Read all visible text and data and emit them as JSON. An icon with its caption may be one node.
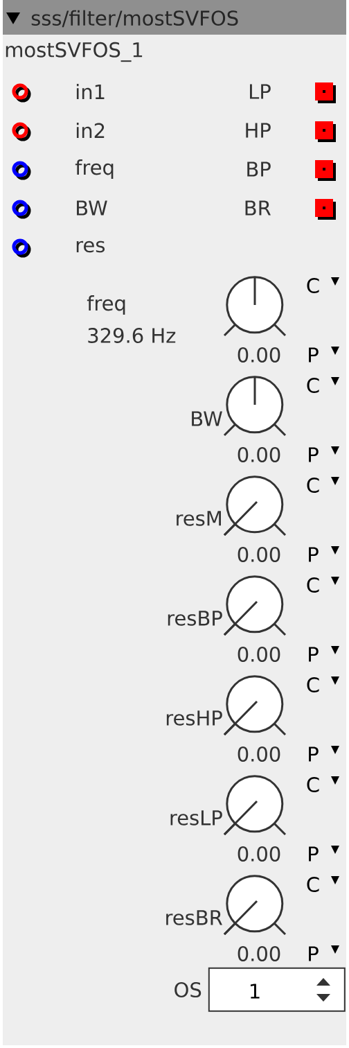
{
  "diagram": {
    "title": "sss/filter/mostSVFOS",
    "nodes": [
      {
        "text": [
          "mostSVFOS_1"
        ]
      },
      {
        "text": [],
        "shape": "circle",
        "in": 0,
        "beside": [
          "freq",
          "329.6 Hz",
          "0.00"
        ]
      },
      {
        "text": [],
        "shape": "circle",
        "in": 0,
        "beside": [
          "BW",
          "0.00"
        ]
      },
      {
        "text": [],
        "shape": "circle",
        "in": 0,
        "beside": [
          "resM",
          "0.00"
        ]
      },
      {
        "text": [],
        "shape": "circle",
        "in": 0,
        "beside": [
          "resBP",
          "0.00"
        ]
      },
      {
        "text": [],
        "shape": "circle",
        "in": 0,
        "beside": [
          "resHP",
          "0.00"
        ]
      },
      {
        "text": [],
        "shape": "circle",
        "in": 0,
        "beside": [
          "resLP",
          "0.00"
        ]
      },
      {
        "text": [],
        "shape": "circle",
        "in": 0,
        "beside": [
          "resBR",
          "0.00"
        ]
      },
      {
        "text": [
          "1"
        ],
        "in": 0,
        "beside": [
          "OS"
        ]
      }
    ],
    "labels": [
      "in1",
      "LP",
      "in2",
      "HP",
      "freq",
      "BP",
      "BW",
      "BR",
      "res",
      "C",
      "P",
      "C",
      "P",
      "C",
      "P",
      "C",
      "P",
      "C",
      "P",
      "C",
      "P",
      "C",
      "P"
    ]
  }
}
